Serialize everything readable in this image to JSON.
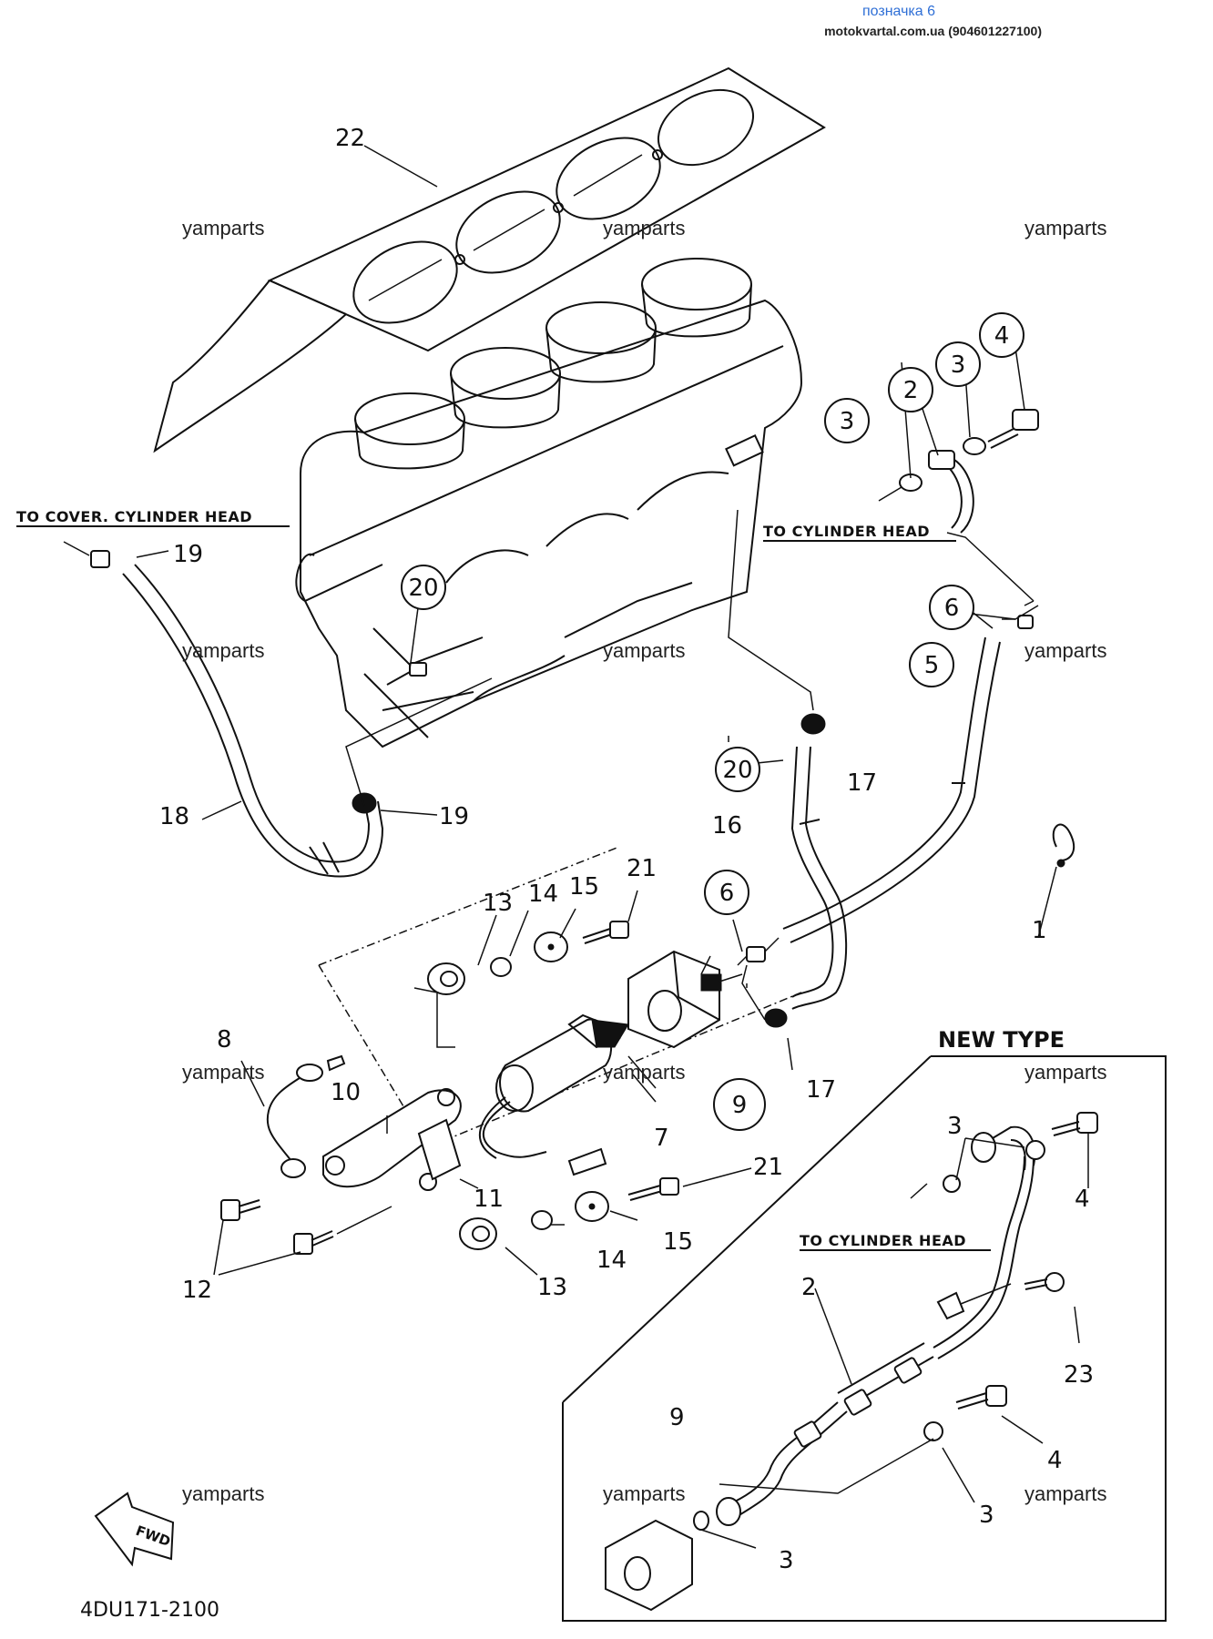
{
  "header": {
    "title": "позначка 6",
    "source": "motokvartal.com.ua (904601227100)"
  },
  "diagram": {
    "code": "4DU171-2100",
    "fwd_label": "FWD",
    "captions": {
      "to_cover_cylinder_head": "TO COVER. CYLINDER HEAD",
      "to_cylinder_head_top": "TO CYLINDER HEAD",
      "to_cylinder_head_new": "TO CYLINDER HEAD",
      "new_type": "NEW TYPE"
    },
    "watermark": "yamparts",
    "callouts": {
      "c1": "1",
      "c2_top": "2",
      "c2_new": "2",
      "c3_a": "3",
      "c3_b": "3",
      "c3_new_a": "3",
      "c3_new_b": "3",
      "c3_new_c": "3",
      "c4_top": "4",
      "c4_new_a": "4",
      "c4_new_b": "4",
      "c5": "5",
      "c6_a": "6",
      "c6_b": "6",
      "c7": "7",
      "c8": "8",
      "c9": "9",
      "c9_new": "9",
      "c10": "10",
      "c11": "11",
      "c12": "12",
      "c13_a": "13",
      "c13_b": "13",
      "c14_a": "14",
      "c14_b": "14",
      "c15_a": "15",
      "c15_b": "15",
      "c16": "16",
      "c17_a": "17",
      "c17_b": "17",
      "c18": "18",
      "c19_a": "19",
      "c19_b": "19",
      "c20_a": "20",
      "c20_b": "20",
      "c21_a": "21",
      "c21_b": "21",
      "c22": "22",
      "c23": "23"
    }
  }
}
